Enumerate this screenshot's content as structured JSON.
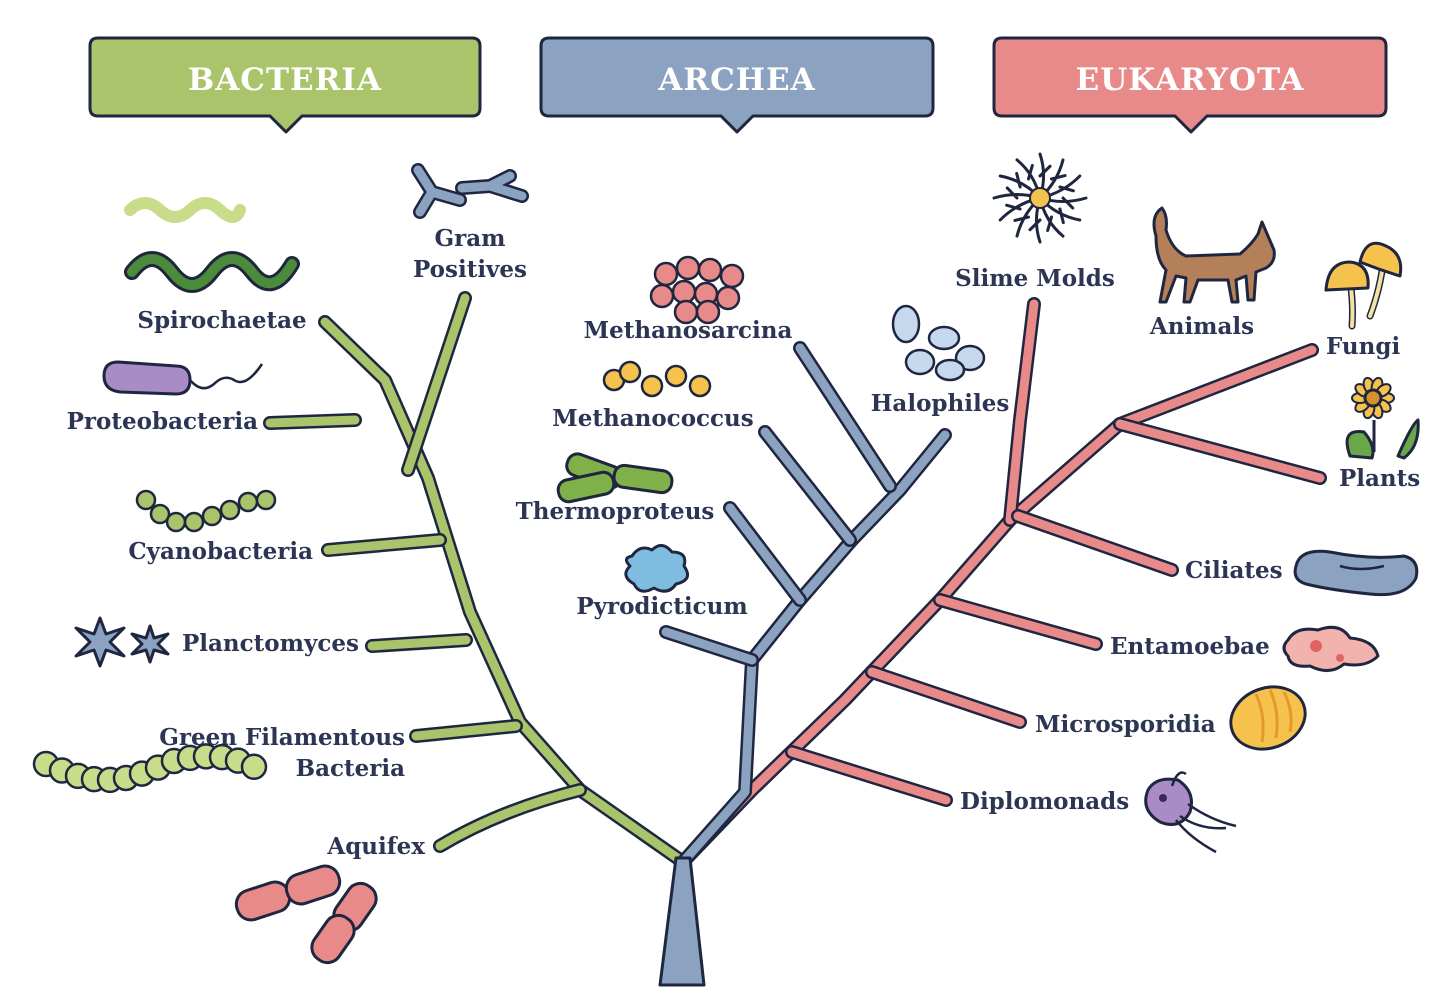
{
  "domains": [
    {
      "id": "bacteria",
      "label": "BACTERIA",
      "color": "#a9c46a"
    },
    {
      "id": "archea",
      "label": "ARCHEA",
      "color": "#8ba2c0"
    },
    {
      "id": "eukaryota",
      "label": "EUKARYOTA",
      "color": "#e88a8a"
    }
  ],
  "bacteria": {
    "gram_positives": [
      "Gram",
      "Positives"
    ],
    "spirochaetae": "Spirochaetae",
    "proteobacteria": "Proteobacteria",
    "cyanobacteria": "Cyanobacteria",
    "planctomyces": "Planctomyces",
    "green_filamentous": [
      "Green Filamentous",
      "Bacteria"
    ],
    "aquifex": "Aquifex"
  },
  "archea": {
    "methanosarcina": "Methanosarcina",
    "methanococcus": "Methanococcus",
    "thermoproteus": "Thermoproteus",
    "pyrodicticum": "Pyrodicticum",
    "halophiles": "Halophiles"
  },
  "eukaryota": {
    "slime_molds": "Slime Molds",
    "animals": "Animals",
    "fungi": "Fungi",
    "plants": "Plants",
    "ciliates": "Ciliates",
    "entamoebae": "Entamoebae",
    "microsporidia": "Microsporidia",
    "diplomonads": "Diplomonads"
  },
  "icons": [
    "spirochete-icon",
    "gram-positive-icon",
    "proteobacterium-icon",
    "cyanobacterium-icon",
    "planctomyces-icon",
    "green-filament-icon",
    "aquifex-icon",
    "methanosarcina-icon",
    "methanococcus-icon",
    "thermoproteus-icon",
    "pyrodicticum-icon",
    "halophile-icon",
    "slime-mold-icon",
    "cat-icon",
    "mushroom-icon",
    "flower-icon",
    "ciliate-icon",
    "amoeba-icon",
    "microsporidium-icon",
    "diplomonad-icon"
  ]
}
